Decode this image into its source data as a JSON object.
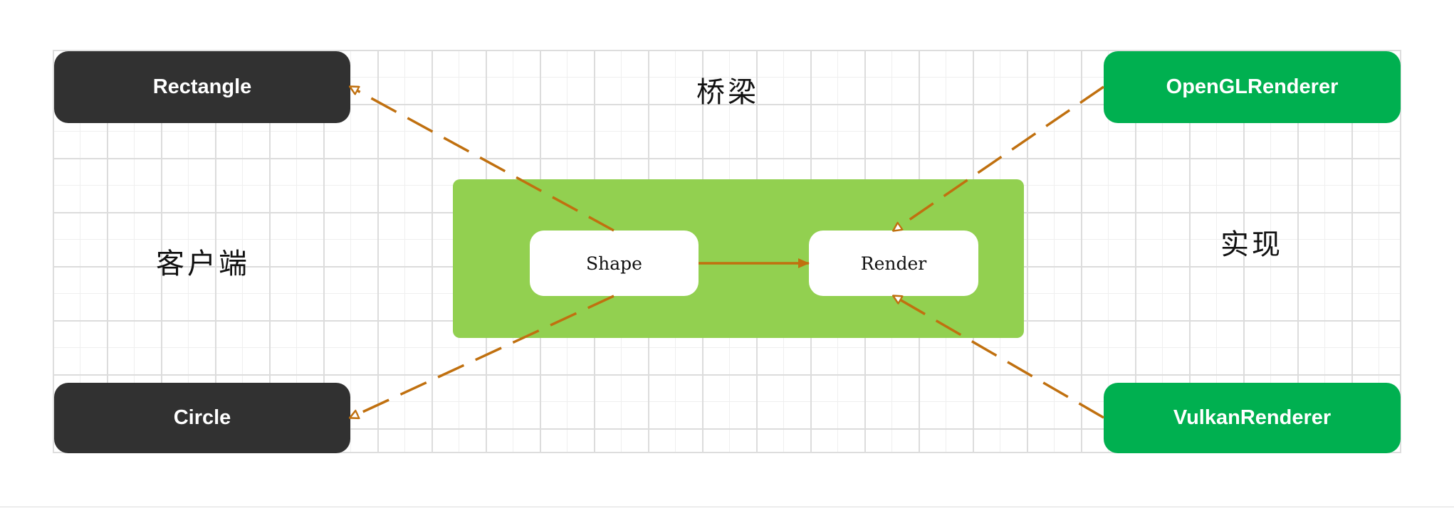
{
  "colors": {
    "client": "#313131",
    "implementation": "#00b050",
    "bridge": "#92d050",
    "arrow": "#c0700f"
  },
  "client": {
    "label": "客户端",
    "items": [
      "Rectangle",
      "Circle"
    ]
  },
  "bridge": {
    "label": "桥梁",
    "abstraction": "Shape",
    "implementor": "Render"
  },
  "implementation": {
    "label": "实现",
    "items": [
      "OpenGLRenderer",
      "VulkanRenderer"
    ]
  }
}
